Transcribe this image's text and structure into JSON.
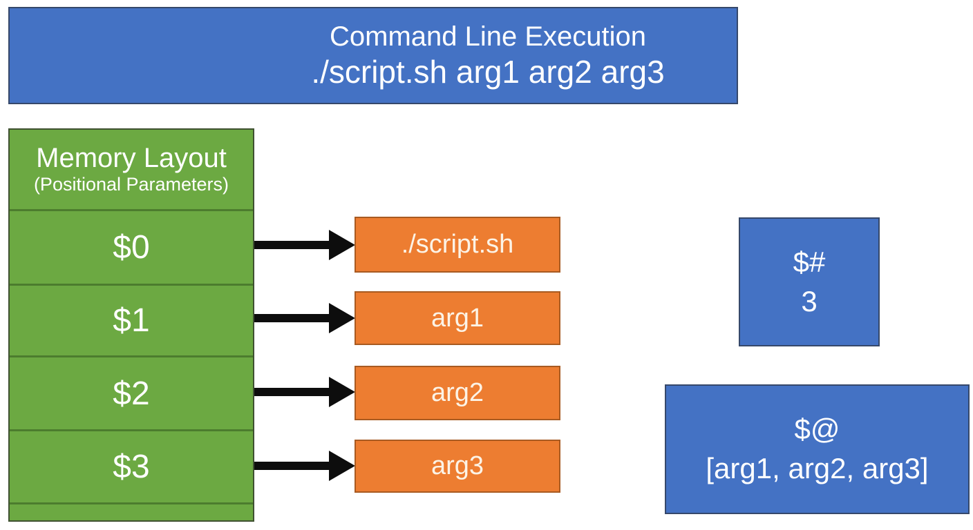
{
  "banner": {
    "title": "Command Line Execution",
    "command": "./script.sh arg1 arg2 arg3"
  },
  "memory": {
    "title": "Memory Layout",
    "subtitle": "(Positional Parameters)",
    "slots": [
      {
        "name": "$0",
        "value": "./script.sh"
      },
      {
        "name": "$1",
        "value": "arg1"
      },
      {
        "name": "$2",
        "value": "arg2"
      },
      {
        "name": "$3",
        "value": "arg3"
      }
    ]
  },
  "special": {
    "count": {
      "name": "$#",
      "value": "3"
    },
    "all": {
      "name": "$@",
      "value": "[arg1, arg2, arg3]"
    }
  },
  "colors": {
    "blue_fill": "#4472C4",
    "blue_border": "#36486A",
    "green_fill": "#6CA942",
    "green_border": "#3F5131",
    "green_divider": "#4C7C2E",
    "orange_fill": "#ED7D31",
    "orange_border": "#A85A21",
    "arrow_black": "#0D0D0D",
    "text_white": "#FFFFFF"
  }
}
